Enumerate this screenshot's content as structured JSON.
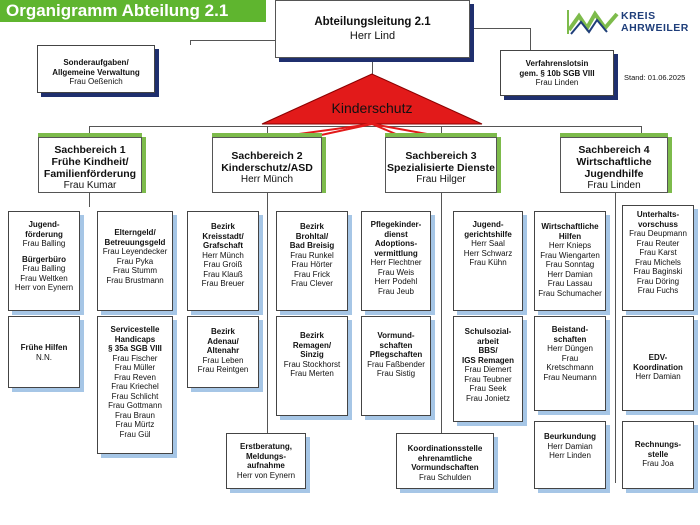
{
  "title": "Organigramm Abteilung 2.1",
  "leader": {
    "title": "Abteilungsleitung 2.1",
    "person": "Herr Lind"
  },
  "logo": {
    "line1": "KREIS",
    "line2": "AHRWEILER"
  },
  "stand": "Stand: 01.06.2025",
  "special_left": {
    "title_1": "Sonderaufgaben/",
    "title_2": "Allgemeine Verwaltung",
    "person": "Frau Oeßenich"
  },
  "special_right": {
    "title_1": "Verfahrenslotsin",
    "title_2": "gem. § 10b SGB VIII",
    "person": "Frau Linden"
  },
  "kinderschutz": "Kinderschutz",
  "colors": {
    "title_bar": "#5fb52f",
    "shadow_dark": "#1f2f6e",
    "shadow_light": "#a6c6e6",
    "green": "#7dbb4b",
    "red": "#e21a1a"
  },
  "sachbereiche": [
    {
      "line1": "Sachbereich 1",
      "line2": "Frühe Kindheit/",
      "line3": "Familienförderung",
      "person": "Frau Kumar"
    },
    {
      "line1": "Sachbereich 2",
      "line2": "Kinderschutz/ASD",
      "line3": "",
      "person": "Herr Münch"
    },
    {
      "line1": "Sachbereich 3",
      "line2": "Spezialisierte Dienste",
      "line3": "",
      "person": "Frau Hilger"
    },
    {
      "line1": "Sachbereich 4",
      "line2": "Wirtschaftliche",
      "line3": "Jugendhilfe",
      "person": "Frau Linden"
    }
  ],
  "units": {
    "jugend": {
      "title": [
        "Jugend-",
        "förderung"
      ],
      "people": [
        "Frau Balling"
      ],
      "title2": [
        "Bürgerbüro"
      ],
      "people2": [
        "Frau Balling",
        "Frau Weltken",
        "Herr von Eynern"
      ]
    },
    "fruehe": {
      "title": [
        "Frühe Hilfen"
      ],
      "people": [
        "N.N."
      ]
    },
    "elterngeld": {
      "title": [
        "Elterngeld/",
        "Betreuungsgeld"
      ],
      "people": [
        "Frau Leyendecker",
        "Frau Pyka",
        "Frau Stumm",
        "Frau Brustmann"
      ]
    },
    "service": {
      "title": [
        "Servicestelle",
        "Handicaps",
        "§ 35a SGB VIII"
      ],
      "people": [
        "Frau Fischer",
        "Frau Müller",
        "Frau Reven",
        "Frau Kriechel",
        "Frau Schlicht",
        "Frau Gottmann",
        "Frau Braun",
        "Frau Mürtz",
        "Frau Gül"
      ]
    },
    "kreisstadt": {
      "title": [
        "Bezirk",
        "Kreisstadt/",
        "Grafschaft"
      ],
      "people": [
        "Herr Münch",
        "Frau Groiß",
        "Frau Klauß",
        "Frau Breuer"
      ]
    },
    "adenau": {
      "title": [
        "Bezirk",
        "Adenau/",
        "Altenahr"
      ],
      "people": [
        "Frau Leben",
        "Frau Reintgen"
      ]
    },
    "brohltal": {
      "title": [
        "Bezirk",
        "Brohltal/",
        "Bad Breisig"
      ],
      "people": [
        "Frau Runkel",
        "Frau Hörter",
        "Frau Frick",
        "Frau Clever"
      ]
    },
    "remagen": {
      "title": [
        "Bezirk",
        "Remagen/",
        "Sinzig"
      ],
      "people": [
        "Frau Stockhorst",
        "Frau Merten"
      ]
    },
    "erstberatung": {
      "title": [
        "Erstberatung,",
        "Meldungs-",
        "aufnahme"
      ],
      "people": [
        "Herr von Eynern"
      ]
    },
    "pflege": {
      "title": [
        "Pflegekinder-",
        "dienst",
        "Adoptions-",
        "vermittlung"
      ],
      "people": [
        "Herr Flechtner",
        "Frau Weis",
        "Herr Podehl",
        "Frau Jeub"
      ]
    },
    "vormund": {
      "title": [
        "Vormund-",
        "schaften",
        "Pflegschaften"
      ],
      "people": [
        "Frau Faßbender",
        "Frau Sistig"
      ]
    },
    "jgh": {
      "title": [
        "Jugend-",
        "gerichtshilfe"
      ],
      "people": [
        "Herr Saal",
        "Herr Schwarz",
        "Frau Kühn"
      ]
    },
    "schulsozial": {
      "title": [
        "Schulsozial-",
        "arbeit",
        "BBS/",
        "IGS Remagen"
      ],
      "people": [
        "Frau Diemert",
        "Frau  Teubner",
        "Frau Seek",
        "Frau Jonietz"
      ]
    },
    "koordination": {
      "title": [
        "Koordinationsstelle",
        "ehrenamtliche",
        "Vormundschaften"
      ],
      "people": [
        "Frau Schulden"
      ]
    },
    "wirtschaft": {
      "title": [
        "Wirtschaftliche",
        "Hilfen"
      ],
      "people": [
        "Herr Knieps",
        "Frau Wiengarten",
        "Frau Sonntag",
        "Herr Damian",
        "Frau Lassau",
        "Frau Schumacher"
      ]
    },
    "beistand": {
      "title": [
        "Beistand-",
        "schaften"
      ],
      "people": [
        "Herr Düngen",
        "Frau",
        "Kretschmann",
        "Frau Neumann"
      ]
    },
    "beurkundung": {
      "title": [
        "Beurkundung"
      ],
      "people": [
        "Herr Damian",
        "Herr Linden"
      ]
    },
    "unterhalt": {
      "title": [
        "Unterhalts-",
        "vorschuss"
      ],
      "people": [
        "Frau Deupmann",
        "Frau Reuter",
        "Frau Karst",
        "Frau Michels",
        "Frau Baginski",
        "Frau Döring",
        "Frau Fuchs"
      ]
    },
    "edv": {
      "title": [
        "EDV-",
        "Koordination"
      ],
      "people": [
        "Herr Damian"
      ]
    },
    "rechnung": {
      "title": [
        "Rechnungs-",
        "stelle"
      ],
      "people": [
        "Frau Joa"
      ]
    }
  }
}
